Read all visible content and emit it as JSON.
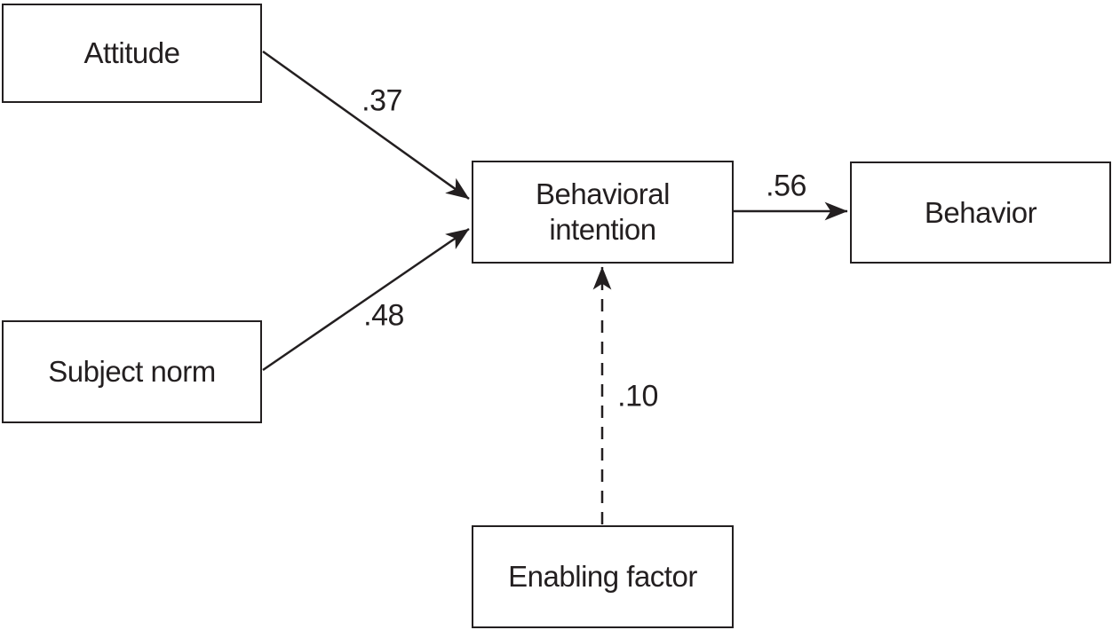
{
  "diagram": {
    "type": "path-model",
    "colors": {
      "ink": "#231f20",
      "background": "#ffffff"
    },
    "nodes": {
      "attitude": {
        "label": "Attitude"
      },
      "subject_norm": {
        "label": "Subject norm"
      },
      "behavioral_intention": {
        "label": "Behavioral\nintention"
      },
      "behavior": {
        "label": "Behavior"
      },
      "enabling_factor": {
        "label": "Enabling factor"
      }
    },
    "paths": [
      {
        "from": "Attitude",
        "to": "Behavioral intention",
        "coefficient": ".37",
        "style": "solid"
      },
      {
        "from": "Subject norm",
        "to": "Behavioral intention",
        "coefficient": ".48",
        "style": "solid"
      },
      {
        "from": "Behavioral intention",
        "to": "Behavior",
        "coefficient": ".56",
        "style": "solid"
      },
      {
        "from": "Enabling factor",
        "to": "Behavioral intention",
        "coefficient": ".10",
        "style": "dashed"
      }
    ]
  }
}
